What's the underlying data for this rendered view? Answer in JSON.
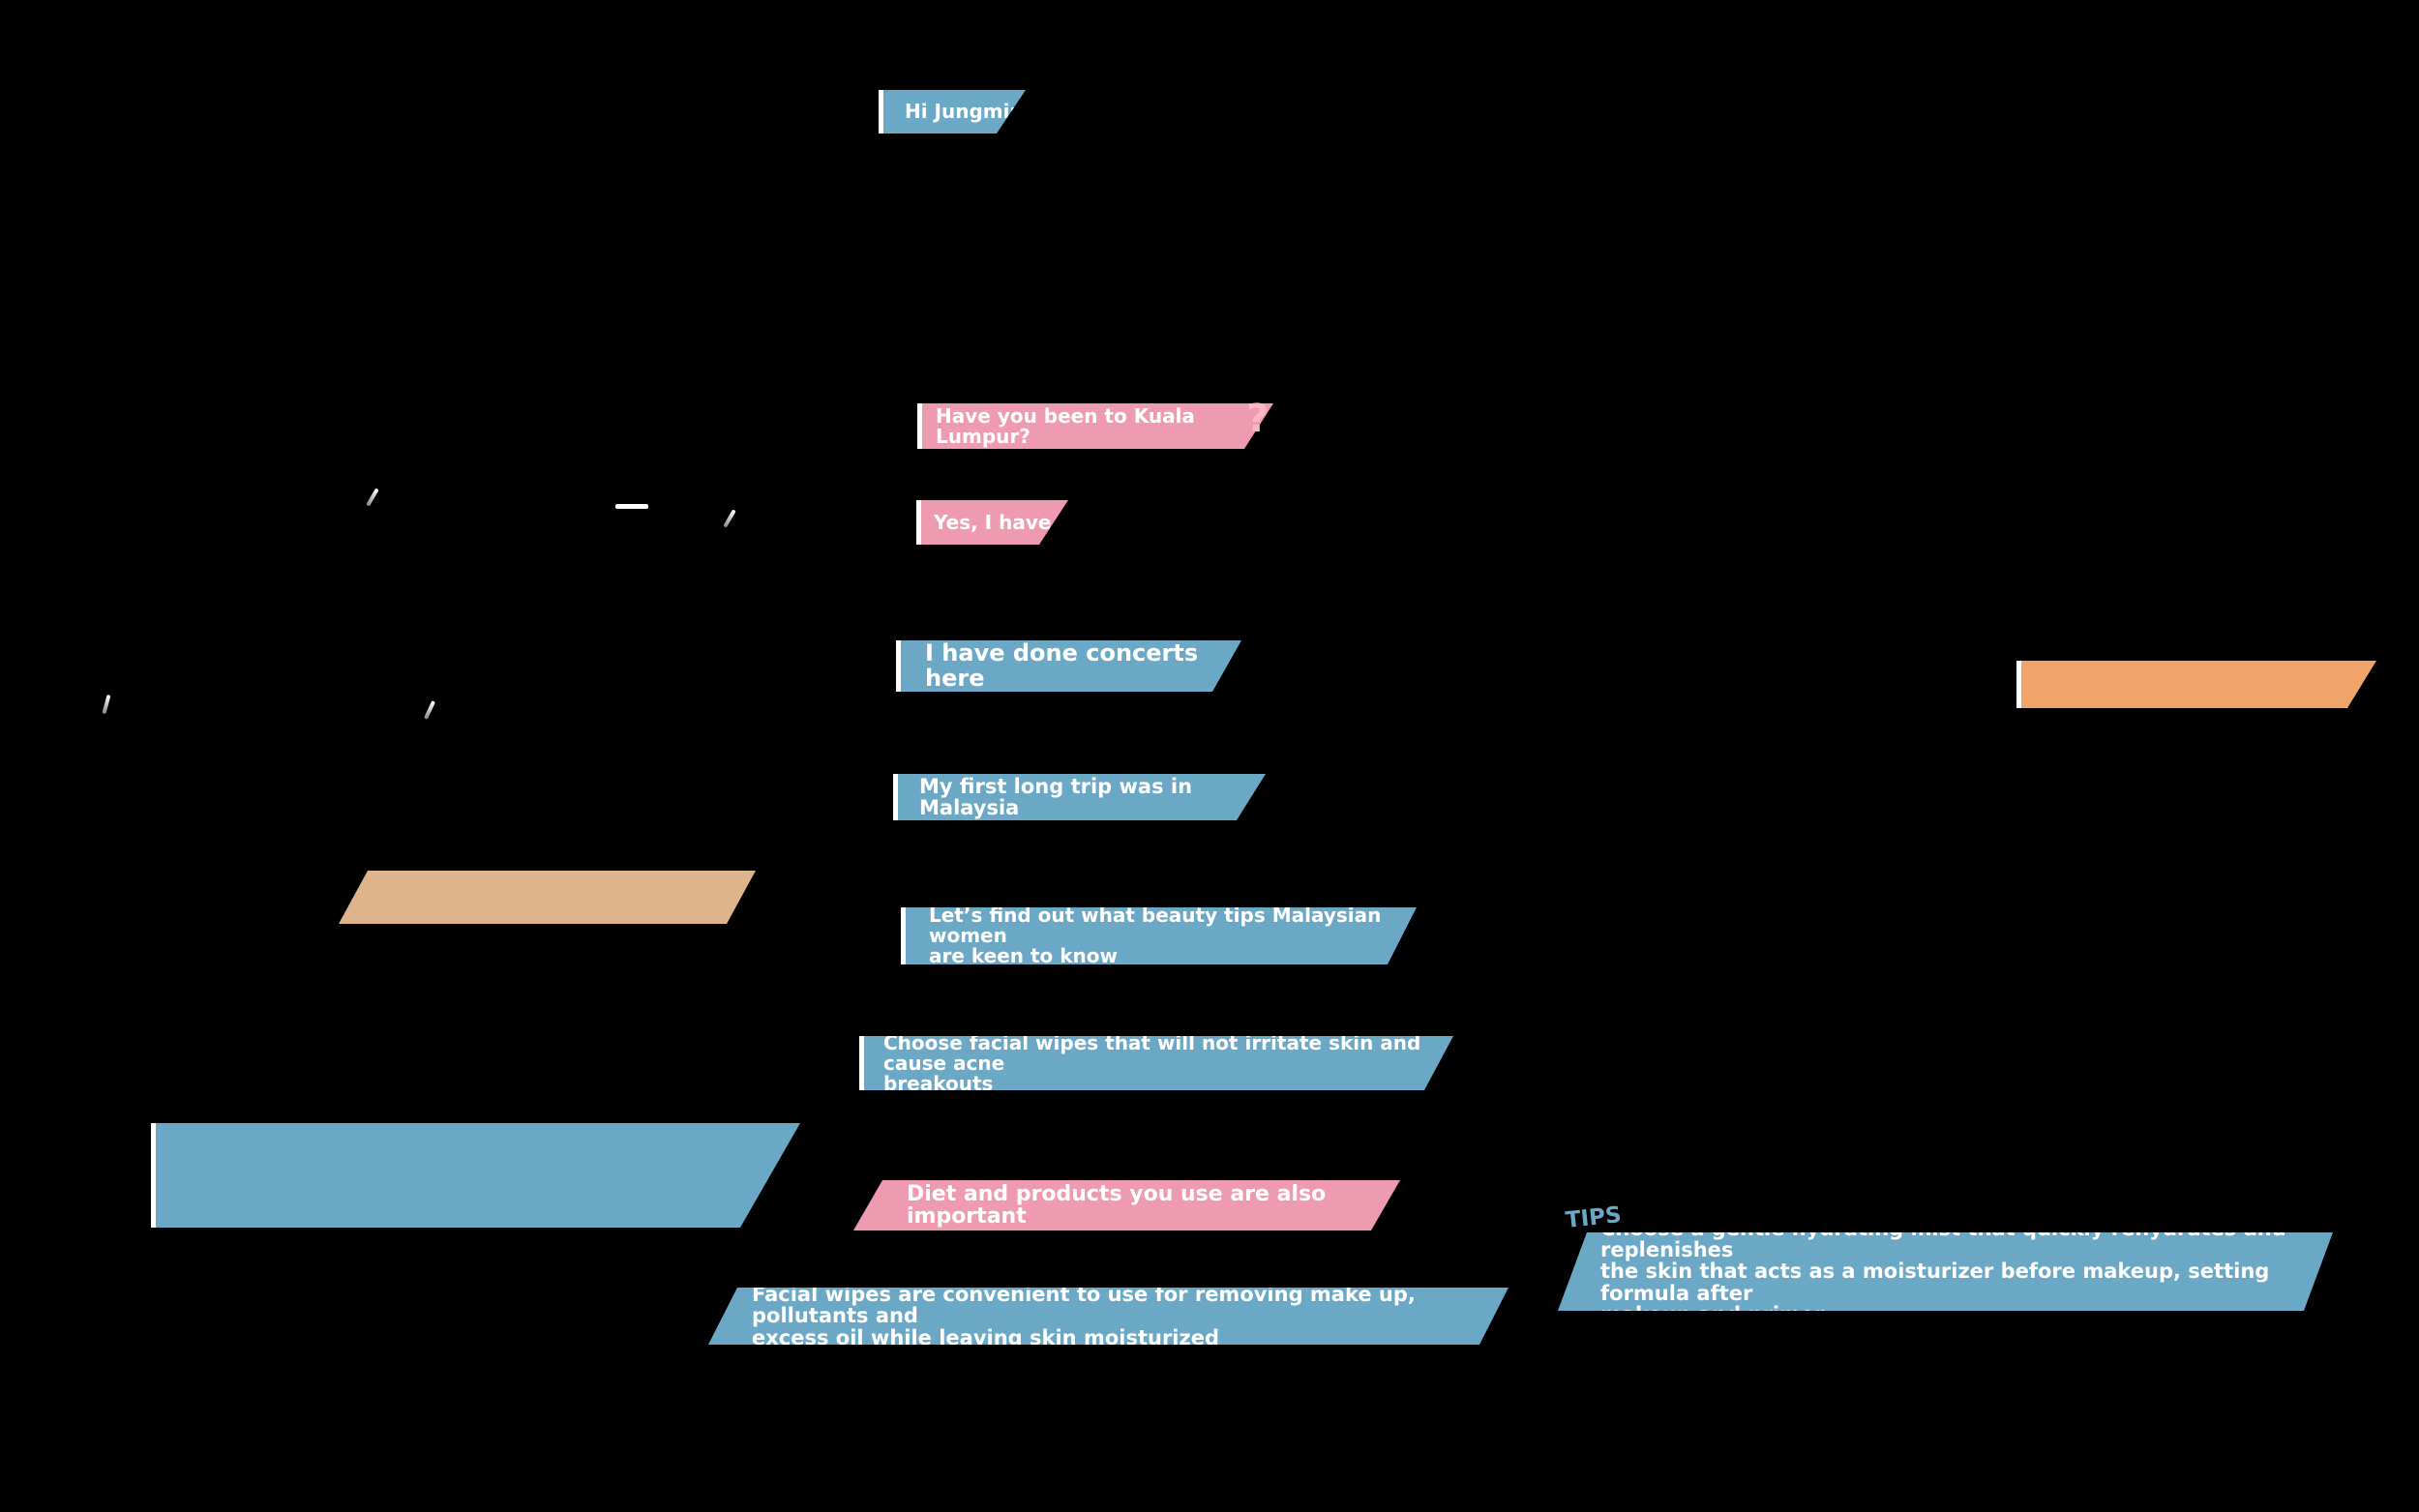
{
  "captions": {
    "greeting": "Hi Jungmin",
    "question": "Have you been to Kuala Lumpur?",
    "question_marks": "?",
    "answer": "Yes, I have",
    "concerts": "I have done concerts here",
    "first_trip": "My first long trip was in Malaysia",
    "beauty_tips": "Let’s find out what beauty tips Malaysian women\nare keen to know",
    "facial_wipes_choice": "Choose facial wipes that will not irritate skin and cause acne\nbreakouts",
    "diet": "Diet and products you use are also important",
    "facial_wipes_benefit": "Facial wipes are convenient to use for removing make up, pollutants and\nexcess oil while leaving skin moisturized",
    "tips_heading": "TIPS",
    "tips_text": "Choose a gentle hydrating mist that quickly rehydrates and replenishes\nthe skin that acts as a moisturizer before makeup, setting formula after\nmakeup and primer"
  },
  "colors": {
    "background": "#000000",
    "blue": "#6aa8c6",
    "pink": "#ee9ab0",
    "orange": "#f0a46a",
    "tan": "#deb48a",
    "text": "#ffffff"
  }
}
